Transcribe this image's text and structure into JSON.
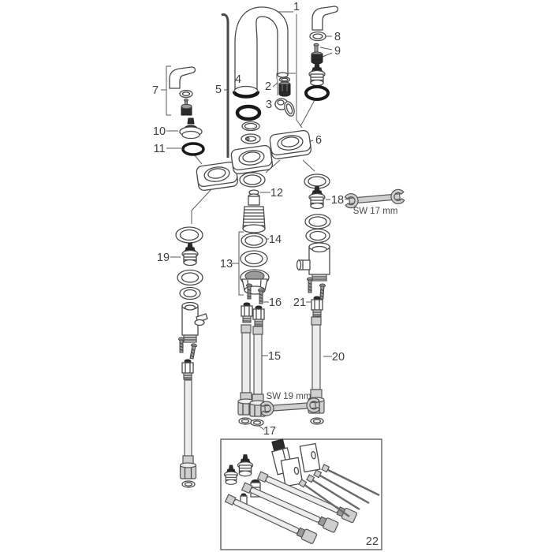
{
  "callouts": {
    "c1": "1",
    "c2": "2",
    "c3": "3",
    "c4": "4",
    "c5": "5",
    "c6": "6",
    "c7": "7",
    "c8": "8",
    "c9": "9",
    "c10": "10",
    "c11": "11",
    "c12": "12",
    "c13": "13",
    "c14": "14",
    "c15": "15",
    "c16": "16",
    "c17": "17",
    "c18": "18",
    "c19": "19",
    "c20": "20",
    "c21": "21",
    "c22": "22"
  },
  "annotations": {
    "sw17": "SW 17 mm",
    "sw19": "SW 19 mm"
  },
  "colors": {
    "line": "#4a4a4a",
    "dark_part": "#2b2b2b",
    "metal": "#cfcfcf",
    "hose": "#ededed",
    "background": "#ffffff",
    "text": "#3f3f3f"
  }
}
